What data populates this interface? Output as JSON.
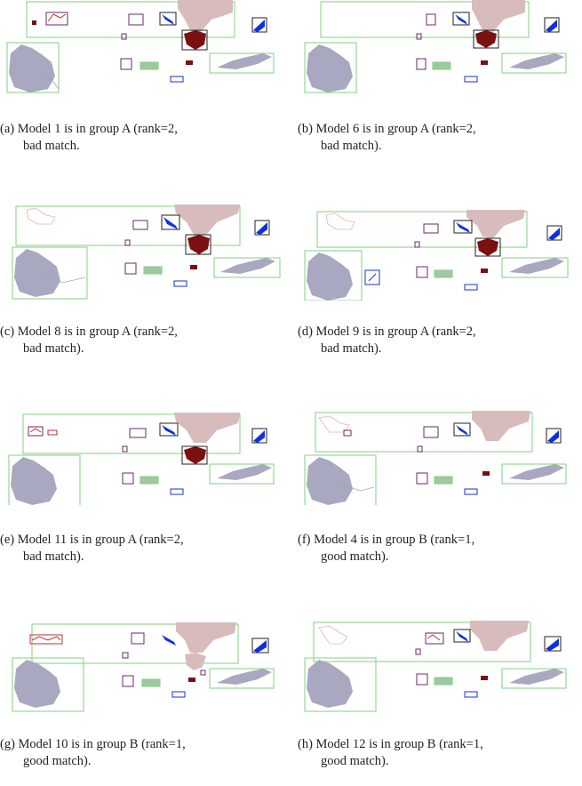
{
  "figure": {
    "panels": [
      {
        "id": "a",
        "caption_line1": "(a) Model 1 is in group A (rank=2,",
        "caption_line2": "bad match."
      },
      {
        "id": "b",
        "caption_line1": "(b) Model 6 is in group A (rank=2,",
        "caption_line2": "bad match)."
      },
      {
        "id": "c",
        "caption_line1": "(c) Model 8 is in group A (rank=2,",
        "caption_line2": "bad match)."
      },
      {
        "id": "d",
        "caption_line1": "(d) Model 9 is in group A (rank=2,",
        "caption_line2": "bad match)."
      },
      {
        "id": "e",
        "caption_line1": "(e) Model 11 is in group A (rank=2,",
        "caption_line2": "bad match)."
      },
      {
        "id": "f",
        "caption_line1": "(f) Model 4 is in group B (rank=1,",
        "caption_line2": "good match)."
      },
      {
        "id": "g",
        "caption_line1": "(g) Model 10 is in group B (rank=1,",
        "caption_line2": "good match)."
      },
      {
        "id": "h",
        "caption_line1": "(h) Model 12 is in group B (rank=1,",
        "caption_line2": "good match)."
      }
    ],
    "colors": {
      "group_box": "#7fd07f",
      "dark_red": "#7a1010",
      "blue": "#1030e0",
      "gray_blob": "#a8a8c0",
      "pink_blob": "#d8bcbc",
      "outline_red": "#c03030",
      "outline_purple": "#6a2a6a"
    }
  }
}
